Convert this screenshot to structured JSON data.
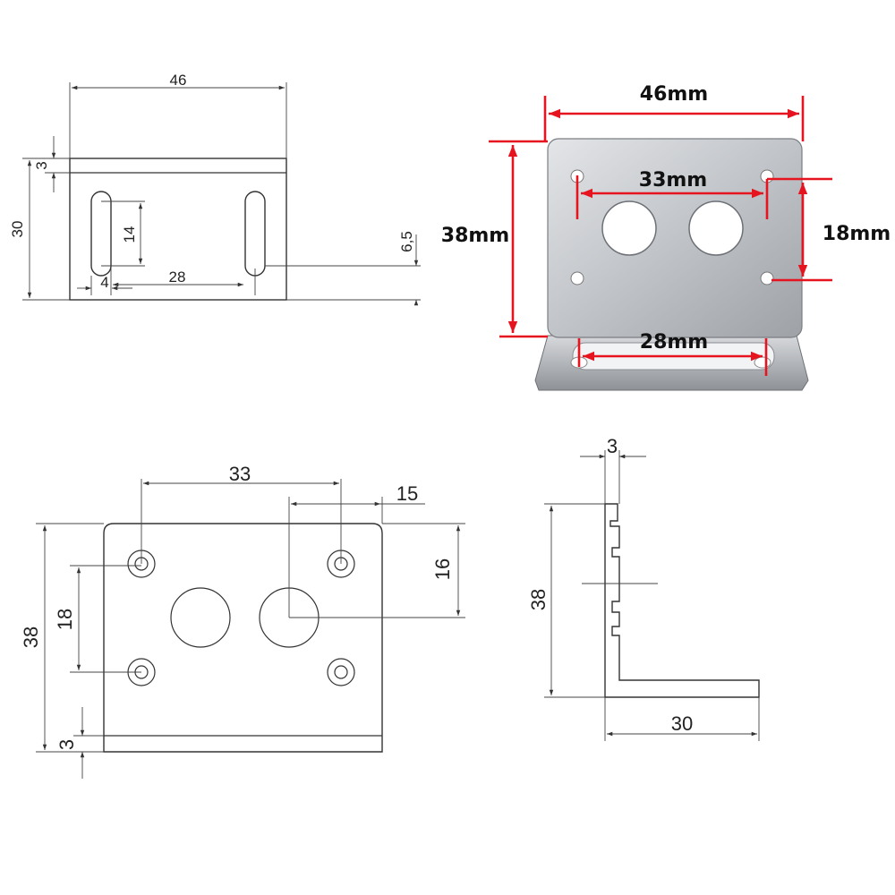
{
  "top_view": {
    "width": "46",
    "height": "30",
    "thickness": "3",
    "slot_length": "14",
    "slot_offset": "4",
    "slot_spacing": "28",
    "slot_bottom": "6,5"
  },
  "photo": {
    "width": "46mm",
    "height": "38mm",
    "top_hole_spacing": "33mm",
    "vertical_hole_spacing": "18mm",
    "bottom_slot_spacing": "28mm",
    "colors": {
      "dimension_arrows": "#e6141e",
      "metal": "#c9ccd0"
    }
  },
  "front_view": {
    "hole_spacing": "33",
    "edge_offset": "15",
    "hole_offset": "16",
    "height": "38",
    "vertical_hole_spacing": "18",
    "thickness": "3"
  },
  "side_view": {
    "thickness": "3",
    "height": "38",
    "base_length": "30"
  }
}
